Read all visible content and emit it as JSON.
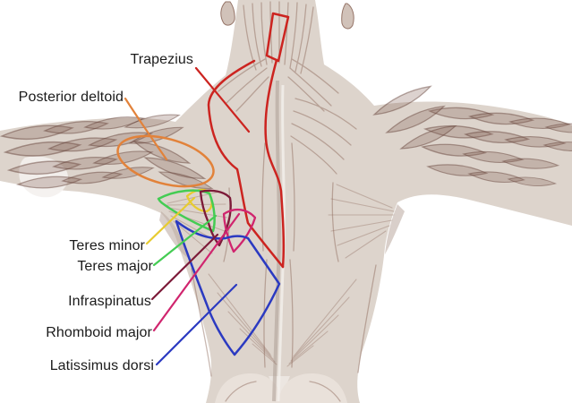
{
  "figure": {
    "title": "Back muscles anatomy diagram (posterior view)",
    "background_color": "#ffffff"
  },
  "ink_color": "#1b1b1b",
  "colors": {
    "trapezius": "#cc2420",
    "posterior_deltoid": "#e2823a",
    "teres_minor": "#e7cb30",
    "teres_major": "#44cc53",
    "infraspinatus": "#7c1a38",
    "rhomboid_major": "#d0256e",
    "latissimus_dorsi": "#2b3ac1"
  },
  "labels": [
    {
      "id": "trapezius",
      "text": "Trapezius"
    },
    {
      "id": "posterior-deltoid",
      "text": "Posterior deltoid"
    },
    {
      "id": "teres-minor",
      "text": "Teres minor"
    },
    {
      "id": "teres-major",
      "text": "Teres major"
    },
    {
      "id": "infraspinatus",
      "text": "Infraspinatus"
    },
    {
      "id": "rhomboid-major",
      "text": "Rhomboid major"
    },
    {
      "id": "latissimus-dorsi",
      "text": "Latissimus dorsi"
    }
  ]
}
